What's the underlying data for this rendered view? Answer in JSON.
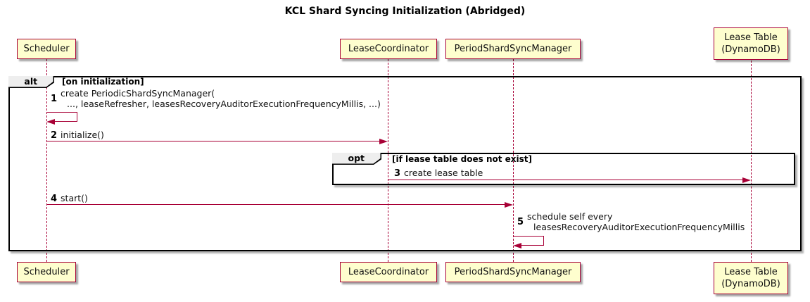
{
  "title": "KCL Shard Syncing Initialization (Abridged)",
  "participants": [
    {
      "id": "scheduler",
      "lines": [
        "Scheduler"
      ]
    },
    {
      "id": "lease-coordinator",
      "lines": [
        "LeaseCoordinator"
      ]
    },
    {
      "id": "period-shard-sync-manager",
      "lines": [
        "PeriodShardSyncManager"
      ]
    },
    {
      "id": "lease-table",
      "lines": [
        "Lease Table",
        "(DynamoDB)"
      ]
    }
  ],
  "frames": {
    "alt": {
      "type_label": "alt",
      "guard": "[on initialization]"
    },
    "opt": {
      "type_label": "opt",
      "guard": "[if lease table does not exist]"
    }
  },
  "messages": [
    {
      "num": "1",
      "kind": "self",
      "lines": [
        "create PeriodicShardSyncManager(",
        "..., leaseRefresher, leasesRecoveryAuditorExecutionFrequencyMillis, ...)"
      ]
    },
    {
      "num": "2",
      "kind": "arrow",
      "lines": [
        "initialize()"
      ]
    },
    {
      "num": "3",
      "kind": "arrow",
      "lines": [
        "create lease table"
      ]
    },
    {
      "num": "4",
      "kind": "arrow",
      "lines": [
        "start()"
      ]
    },
    {
      "num": "5",
      "kind": "self",
      "lines": [
        "schedule self every",
        "leasesRecoveryAuditorExecutionFrequencyMillis"
      ]
    }
  ],
  "colors": {
    "participant_fill": "#FEFECE",
    "participant_border": "#A80036",
    "message_line": "#A80036",
    "lifeline": "#A80036",
    "frame_border": "#000000",
    "frame_label_fill": "#EEEEEE",
    "background": "#FFFFFF"
  }
}
